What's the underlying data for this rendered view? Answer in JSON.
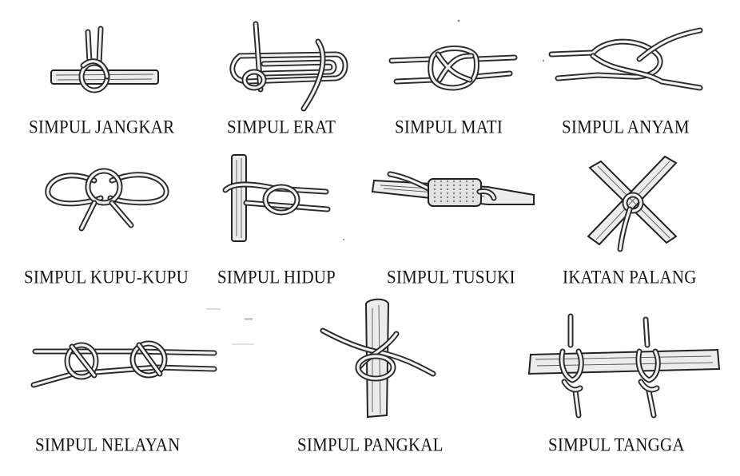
{
  "knots": [
    {
      "id": "jangkar",
      "label": "SIMPUL JANGKAR"
    },
    {
      "id": "erat",
      "label": "SIMPUL ERAT"
    },
    {
      "id": "mati",
      "label": "SIMPUL MATI"
    },
    {
      "id": "anyam",
      "label": "SIMPUL ANYAM"
    },
    {
      "id": "kupu-kupu",
      "label": "SIMPUL KUPU-KUPU"
    },
    {
      "id": "hidup",
      "label": "SIMPUL HIDUP"
    },
    {
      "id": "tusuki",
      "label": "SIMPUL TUSUKI"
    },
    {
      "id": "palang",
      "label": "IKATAN PALANG"
    },
    {
      "id": "nelayan",
      "label": "SIMPUL NELAYAN"
    },
    {
      "id": "pangkal",
      "label": "SIMPUL PANGKAL"
    },
    {
      "id": "tangga",
      "label": "SIMPUL TANGGA"
    }
  ]
}
